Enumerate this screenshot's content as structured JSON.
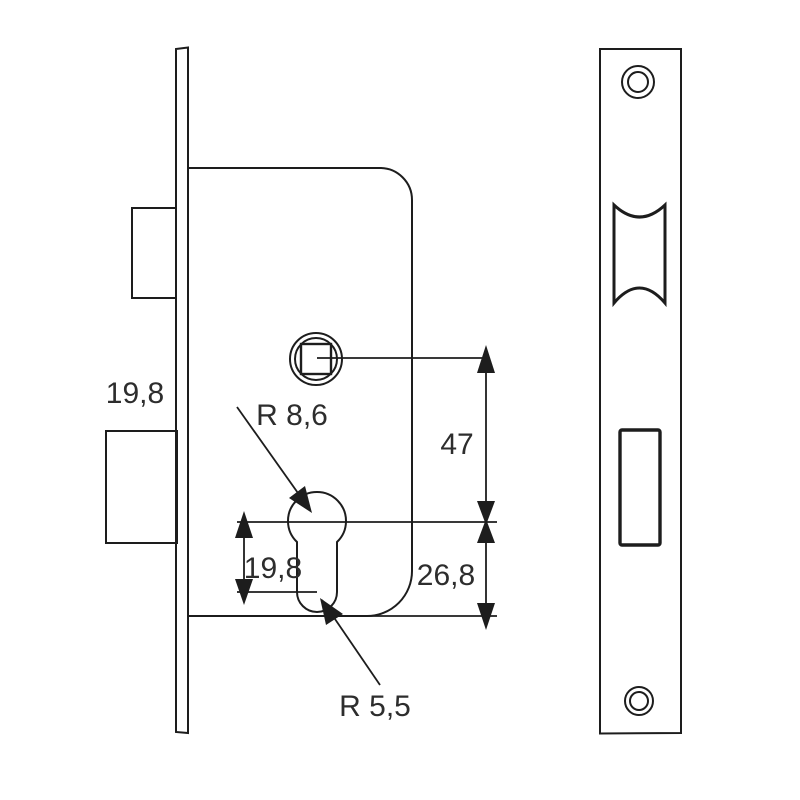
{
  "diagram": {
    "type": "technical-drawing",
    "subject": "mortise-lock-dimensional-drawing",
    "views": {
      "left": "lock-body-side-view",
      "right": "faceplate-front-view"
    },
    "colors": {
      "line": "#1d1d1d",
      "text": "#2d2d2d",
      "background": "#ffffff"
    },
    "dimensions": {
      "faceplate_width": "19,8",
      "large_radius": "R 8,6",
      "spindle_to_cylinder_distance": "47",
      "cylinder_center_spacing": "19,8",
      "cylinder_to_body_bottom": "26,8",
      "small_radius": "R 5,5"
    }
  }
}
